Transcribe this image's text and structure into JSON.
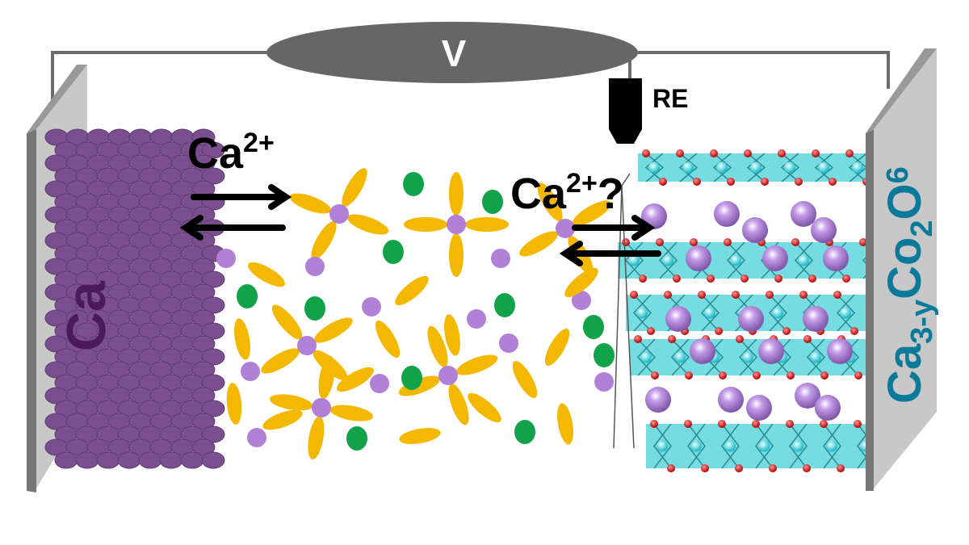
{
  "voltmeter": {
    "label": "V"
  },
  "reference_electrode": {
    "label": "RE"
  },
  "anode": {
    "label": "Ca"
  },
  "cathode": {
    "label_main": "Ca",
    "label_sub1": "3-y",
    "label_co": "Co",
    "label_sub2": "2",
    "label_o": "O",
    "label_sub3": "6"
  },
  "left_ion": {
    "label": "Ca",
    "charge": "2+"
  },
  "right_ion": {
    "label": "Ca",
    "charge": "2+",
    "question": "?"
  },
  "colors": {
    "wire": "#6b6b6b",
    "electrode": "#c8c8c8",
    "calcium_metal": "#7b4f8f",
    "anode_label": "#4a1a5a",
    "cathode_label": "#0b7a9a",
    "anion_arm": "#f5b800",
    "cation": "#b07fd6",
    "solvent": "#12a34a",
    "cobalt_polyhedra": "#47d2d8",
    "oxygen": "#d01010"
  }
}
